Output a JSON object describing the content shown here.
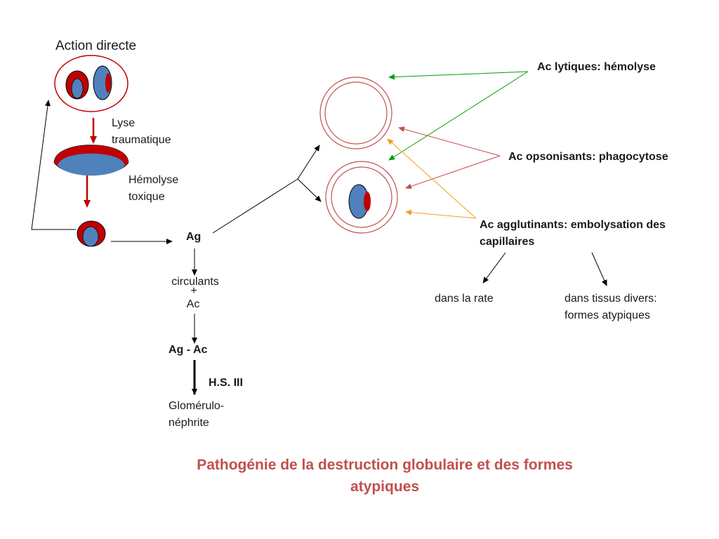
{
  "labels": {
    "action_directe": "Action directe",
    "lyse_traumatique": [
      "Lyse",
      "traumatique"
    ],
    "hemolyse_toxique": [
      "Hémolyse",
      "toxique"
    ],
    "ag": "Ag",
    "circulants": "circulants",
    "plus": "+",
    "ac": "Ac",
    "ag_ac": "Ag - Ac",
    "hs_iii": "H.S. III",
    "glomerulo": [
      "Glomérulo-",
      "néphrite"
    ],
    "ac_lytiques": "Ac lytiques: hémolyse",
    "ac_opsonisants": "Ac opsonisants: phagocytose",
    "ac_agglutinants": [
      "Ac agglutinants: embolysation des",
      "capillaires"
    ],
    "dans_la_rate": "dans la rate",
    "dans_tissus": [
      "dans tissus divers:",
      "formes atypiques"
    ]
  },
  "title": "Pathogénie de la destruction globulaire et des formes atypiques",
  "colors": {
    "cell_blue": "#4f81bd",
    "cell_red": "#c00000",
    "ring_red": "#c0504d",
    "arrow_green": "#00a000",
    "arrow_brown": "#c0504d",
    "arrow_orange": "#f0a020",
    "title_red": "#c0504d"
  }
}
